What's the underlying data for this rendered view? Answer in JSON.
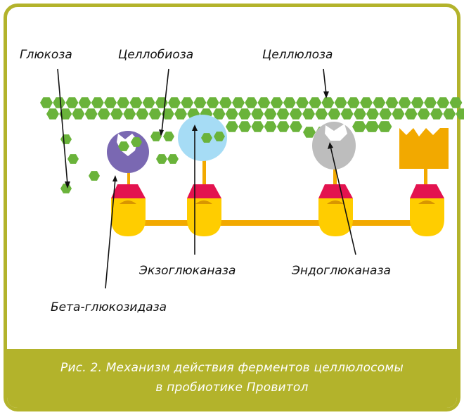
{
  "labels": {
    "glucose": "Глюкоза",
    "cellobiose": "Целлобиоза",
    "cellulose": "Целлюлоза",
    "exoglucanase": "Экзоглюканаза",
    "endoglucanase": "Эндоглюканаза",
    "beta_glucosidase": "Бета-глюкозидаза"
  },
  "caption": {
    "line1": "Рис. 2. Механизм действия ферментов целлюлосомы",
    "line2": "в пробиотике Провитол"
  },
  "colors": {
    "frame": "#b3b32b",
    "hexagon": "#6ab33a",
    "scaffold": "#f2a900",
    "dockerin": "#e3134f",
    "cohesin": "#ffcd00",
    "beta_glucosidase": "#7a68b2",
    "exoglucanase": "#a6dcf5",
    "endoglucanase": "#bdbdbd",
    "cbm": "#f2a900"
  }
}
